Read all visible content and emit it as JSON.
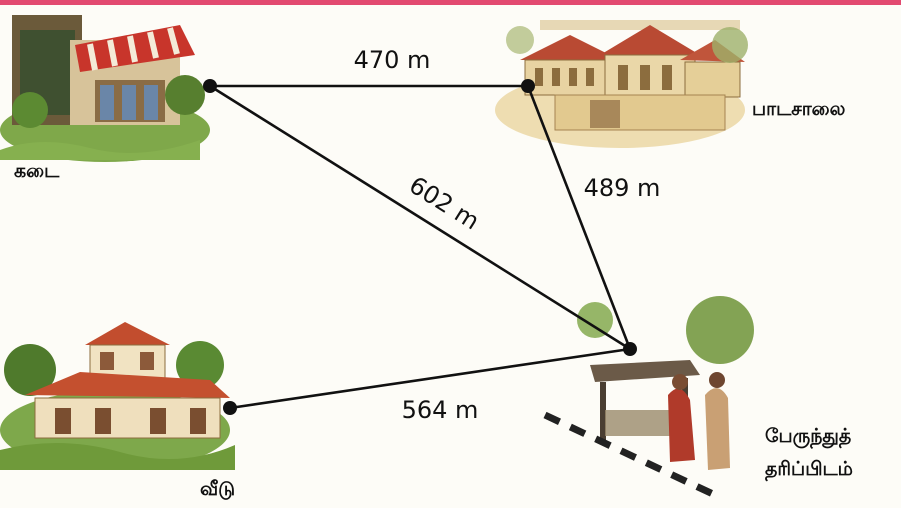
{
  "places": {
    "shop": "கடை",
    "school": "பாடசாலை",
    "house": "வீடு",
    "bus_stop_line1": "பேருந்துத்",
    "bus_stop_line2": "தரிப்பிடம்"
  },
  "distances": {
    "shop_school": "470 m",
    "shop_busstop": "602 m",
    "school_busstop": "489 m",
    "house_busstop": "564 m"
  },
  "colors": {
    "line": "#111111",
    "accent": "#e24a70",
    "roof_red": "#b8402c",
    "wall": "#e9d6a4",
    "foliage": "#6f9a3a"
  }
}
